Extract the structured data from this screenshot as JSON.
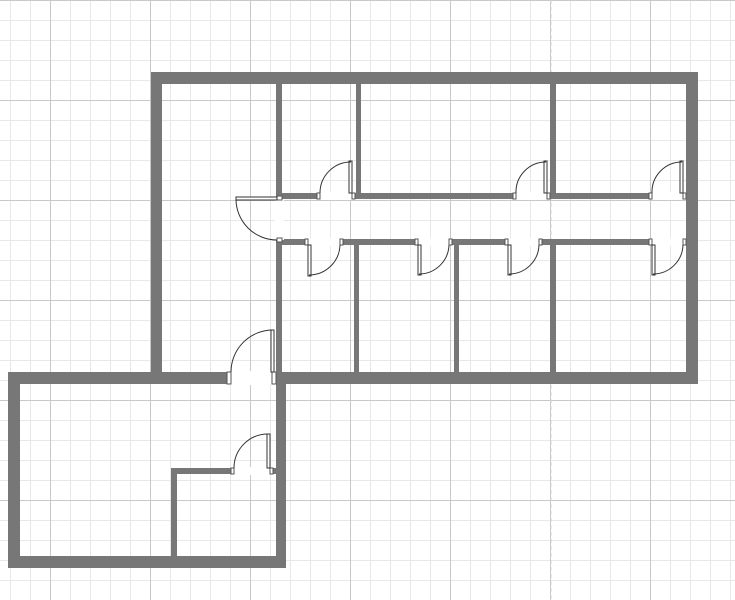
{
  "plan": {
    "rooms": [
      "room-west-hall",
      "room-corridor",
      "room-north-office-1",
      "room-north-office-2",
      "room-north-office-3",
      "room-south-office-1",
      "room-south-office-2",
      "room-south-office-3",
      "room-south-office-4",
      "room-lower-annex",
      "room-storage-closet"
    ],
    "door_count": 10,
    "colors": {
      "wall": "#777777",
      "grid_major": "#c8c8c8",
      "grid_minor": "#e8e8e8",
      "door_line": "#333333",
      "background": "#ffffff"
    },
    "icons": {
      "door": "door-swing-icon"
    }
  }
}
